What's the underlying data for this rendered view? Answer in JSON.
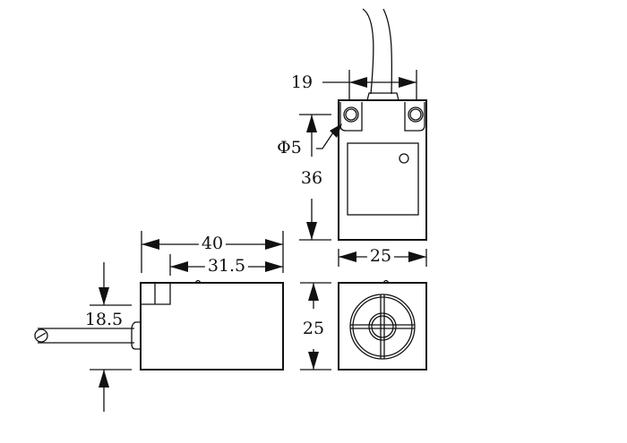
{
  "dimensions": {
    "top_hole_spacing": "19",
    "hole_diameter": "Φ5",
    "height": "36",
    "width_top": "25",
    "length": "40",
    "length_inner": "31.5",
    "cable_height": "18.5",
    "width_front": "25"
  }
}
